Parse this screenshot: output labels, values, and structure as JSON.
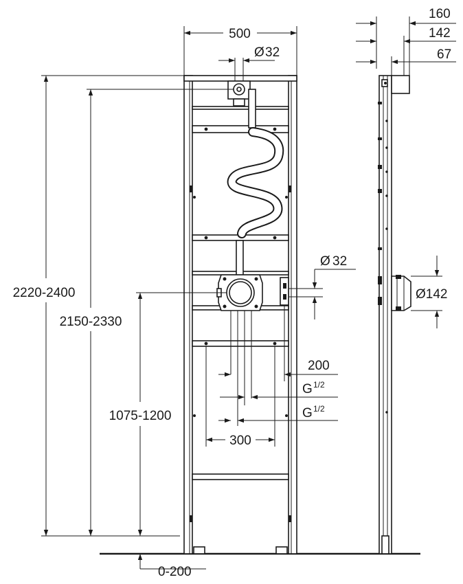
{
  "dimensions": {
    "width_total": "500",
    "pipe_top_diameter": "32",
    "depth_160": "160",
    "depth_142": "142",
    "depth_67": "67",
    "height_overall": "2220-2400",
    "height_top_fitting": "2150-2330",
    "height_outlet": "1075-1200",
    "side_pipe_diameter": "32",
    "outlet_diameter": "Ø142",
    "offset_200": "200",
    "thread_1_base": "G",
    "thread_1_fraction": "1/2",
    "thread_2_base": "G",
    "thread_2_fraction": "1/2",
    "spacing_300": "300",
    "floor_adjust": "0-200"
  },
  "symbols": {
    "diameter": "Ø"
  }
}
